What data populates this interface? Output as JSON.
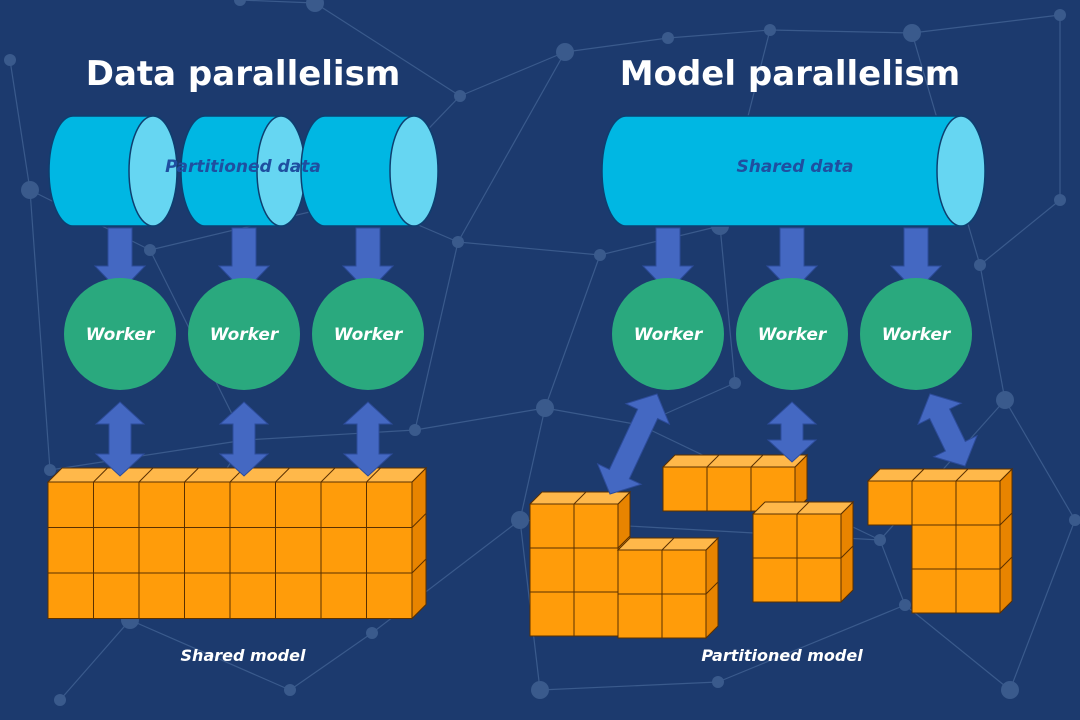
{
  "colors": {
    "background": "#1c3a6e",
    "network": "#3a5a8c",
    "cylinder_body": "#00b7e3",
    "cylinder_cap": "#66d6f2",
    "worker": "#2aa97e",
    "arrow": "#4468c2",
    "cube_front": "#ff9c0a",
    "cube_top": "#ffb84a",
    "cube_side": "#e88400"
  },
  "data_parallelism": {
    "title": "Data parallelism",
    "data_label": "Partitioned data",
    "workers": [
      "Worker",
      "Worker",
      "Worker"
    ],
    "model_label": "Shared model"
  },
  "model_parallelism": {
    "title": "Model parallelism",
    "data_label": "Shared data",
    "workers": [
      "Worker",
      "Worker",
      "Worker"
    ],
    "model_label": "Partitioned model"
  }
}
